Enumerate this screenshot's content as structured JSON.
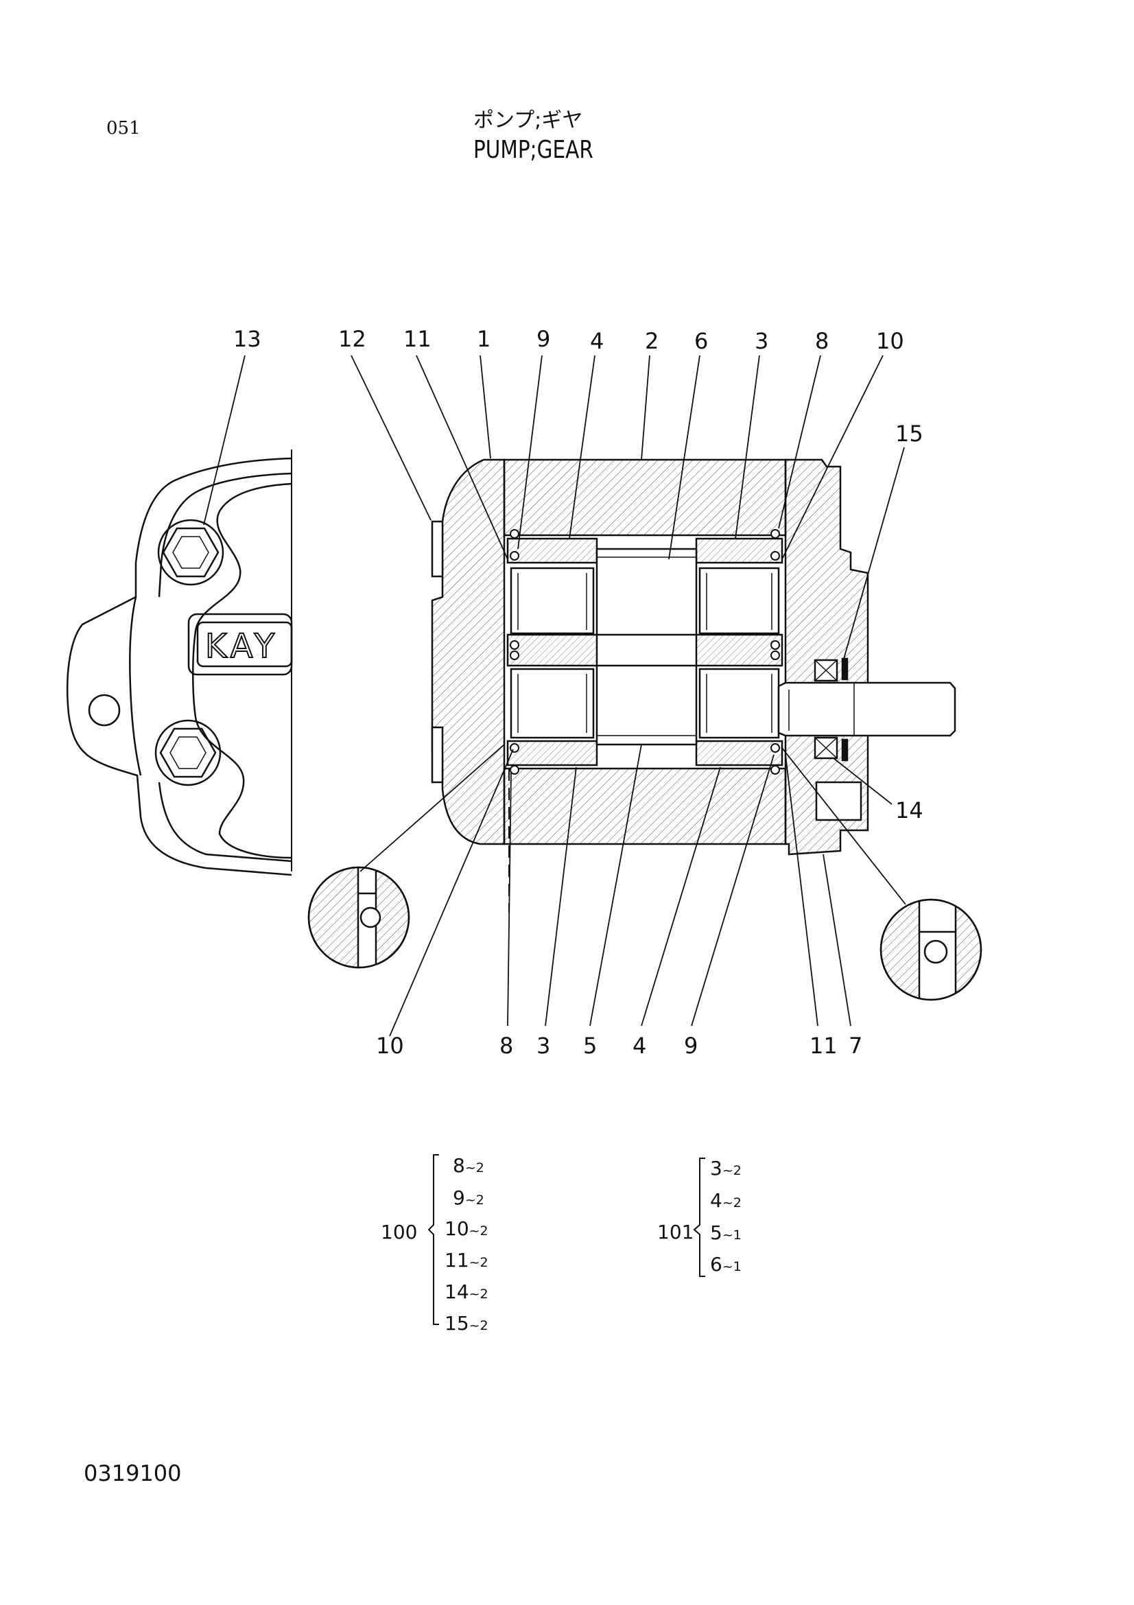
{
  "header": {
    "page_number": "051",
    "title_jp": "ポンプ;ギヤ",
    "title_en": "PUMP;GEAR"
  },
  "diagram": {
    "brand_mark": "KAY",
    "callouts_top": [
      "13",
      "12",
      "11",
      "1",
      "9",
      "4",
      "2",
      "6",
      "3",
      "8",
      "10",
      "15"
    ],
    "callouts_bottom": [
      "10",
      "8",
      "3",
      "5",
      "4",
      "9",
      "11",
      "7"
    ],
    "callout_right": "14"
  },
  "kits": [
    {
      "id": "100",
      "items": [
        {
          "part": "8",
          "qty": "~2"
        },
        {
          "part": "9",
          "qty": "~2"
        },
        {
          "part": "10",
          "qty": "~2"
        },
        {
          "part": "11",
          "qty": "~2"
        },
        {
          "part": "14",
          "qty": "~2"
        },
        {
          "part": "15",
          "qty": "~2"
        }
      ]
    },
    {
      "id": "101",
      "items": [
        {
          "part": "3",
          "qty": "~2"
        },
        {
          "part": "4",
          "qty": "~2"
        },
        {
          "part": "5",
          "qty": "~1"
        },
        {
          "part": "6",
          "qty": "~1"
        }
      ]
    }
  ],
  "footer": {
    "doc_code": "0319100"
  }
}
